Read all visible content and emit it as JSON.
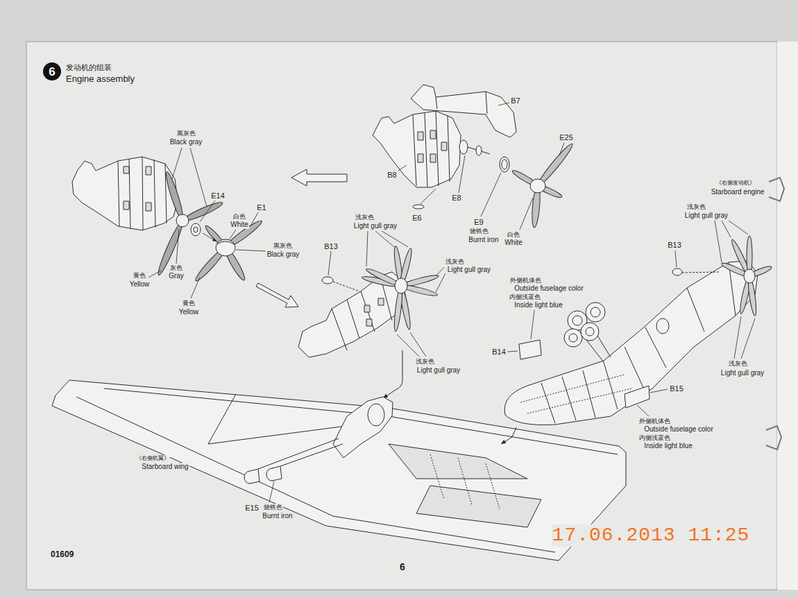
{
  "diagram": {
    "nodes": [
      {
        "text": [
          "6"
        ]
      }
    ],
    "edges": [],
    "labels": [
      "发动机的组装",
      "Engine assembly",
      "黑灰色",
      "Black gray",
      "E14",
      "E1",
      "白色",
      "White",
      "黑灰色",
      "Black gray",
      "灰色",
      "Gray",
      "黄色",
      "Yellow",
      "黄色",
      "Yellow",
      "B7",
      "B8",
      "E25",
      "E8",
      "E9",
      "烧铁色",
      "Burnt iron",
      "E6",
      "白色",
      "White",
      "B13",
      "浅灰色",
      "Light gull gray",
      "浅灰色",
      "Light gull gray",
      "浅灰色",
      "Light gull gray",
      "外侧机体色",
      "Outside fuselage color",
      "内侧浅蓝色",
      "Inside light blue",
      "B14",
      "B15",
      "外侧机体色",
      "Outside fuselage color",
      "内侧浅蓝色",
      "Inside light blue",
      "《右侧发动机》",
      "Starboard engine",
      "浅灰色",
      "Light gull gray",
      "B13",
      "浅灰色",
      "Light gull gray",
      "《右侧机翼》",
      "Starboard wing",
      "E15",
      "烧铁色",
      "Burnt iron",
      "01609",
      "6",
      "17.06.2013 11:25"
    ]
  }
}
